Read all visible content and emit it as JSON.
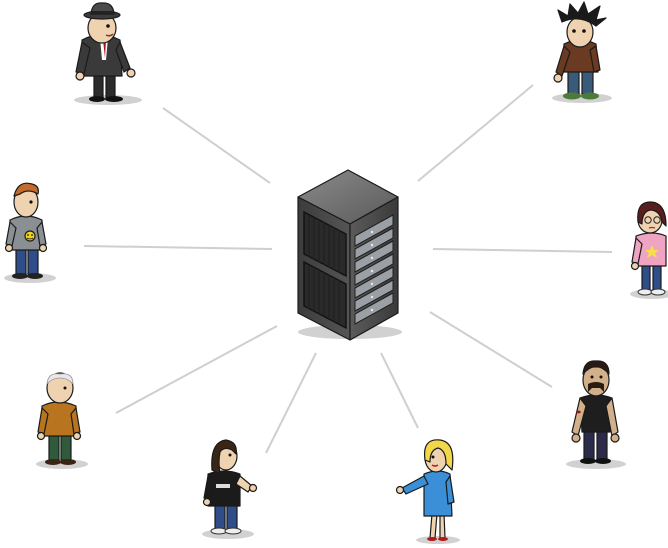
{
  "diagram": {
    "hub": {
      "kind": "server-rack",
      "icon": "server-rack-icon"
    },
    "clients": [
      {
        "id": "businessman",
        "icon": "person-businessman-icon"
      },
      {
        "id": "spiky-hair-teen",
        "icon": "person-spiky-hair-icon"
      },
      {
        "id": "smiley-shirt-guy",
        "icon": "person-smiley-shirt-icon"
      },
      {
        "id": "glasses-girl",
        "icon": "person-glasses-girl-icon"
      },
      {
        "id": "older-man",
        "icon": "person-older-man-icon"
      },
      {
        "id": "biker",
        "icon": "person-biker-icon"
      },
      {
        "id": "long-hair-guy",
        "icon": "person-long-hair-icon"
      },
      {
        "id": "blonde-woman",
        "icon": "person-blonde-woman-icon"
      }
    ],
    "colors": {
      "connector": "#cfcfcf",
      "server_body": "#4a4a4a",
      "server_top": "#6a6a6a",
      "server_side": "#2e2e2e",
      "drive_bay": "#9aa0a6"
    }
  }
}
